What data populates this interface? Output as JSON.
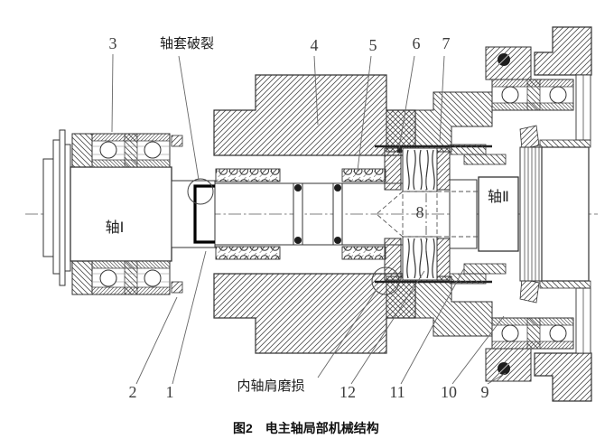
{
  "figure": {
    "caption": "图2　电主轴局部机械结构",
    "shaft1": "轴Ⅰ",
    "shaft2": "轴Ⅱ",
    "fault_labels": {
      "sleeve_crack": "轴套破裂",
      "shoulder_wear": "内轴肩磨损"
    },
    "part_numbers": {
      "n1": "1",
      "n2": "2",
      "n3": "3",
      "n4": "4",
      "n5": "5",
      "n6": "6",
      "n7": "7",
      "n8": "8",
      "n9": "9",
      "n10": "10",
      "n11": "11",
      "n12": "12"
    },
    "colors": {
      "ink": "#333333",
      "label": "#3c3c3c",
      "crack": "#000000"
    }
  }
}
